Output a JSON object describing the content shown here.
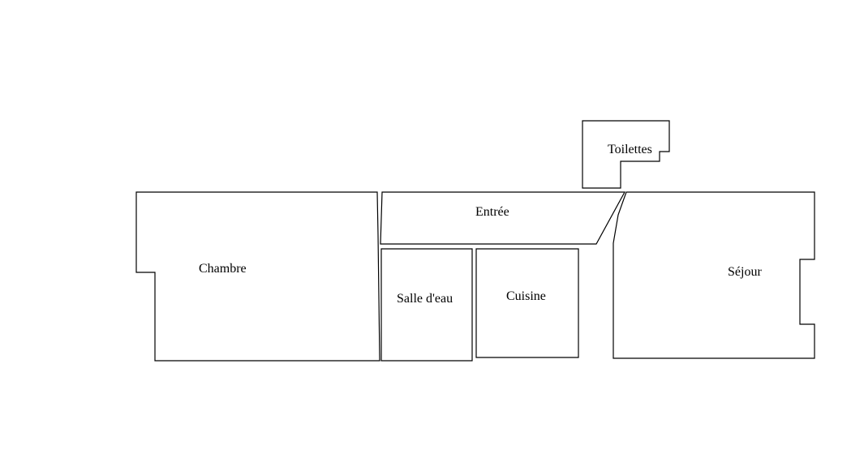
{
  "floorplan": {
    "line_color": "#000000",
    "background": "#ffffff",
    "rooms": {
      "chambre": "Chambre",
      "entree": "Entrée",
      "toilettes": "Toilettes",
      "salle_deau": "Salle d'eau",
      "cuisine": "Cuisine",
      "sejour": "Séjour"
    }
  }
}
